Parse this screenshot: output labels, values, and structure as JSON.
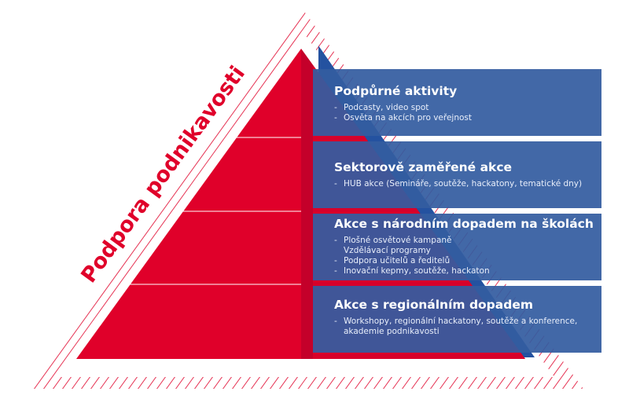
{
  "side_label": "Podpora podnikavosti",
  "levels": [
    {
      "title": "Podpůrné aktivity",
      "items": [
        "Podcasty, video spot",
        "Osvěta na akcích pro veřejnost"
      ]
    },
    {
      "title": "Sektorově zaměřené akce",
      "items": [
        "HUB akce (Semináře, soutěže, hackatony, tematické dny)"
      ]
    },
    {
      "title": "Akce s národním dopadem na školách",
      "items": [
        "Plošné osvětové kampaně",
        "Vzdělávací programy",
        "Podpora učitelů a ředitelů",
        "Inovační kepmy, soutěže, hackaton"
      ]
    },
    {
      "title": "Akce s regionálním dopadem",
      "items": [
        "Workshopy, regionální hackatony, soutěže a konference,",
        "akademie podnikavosti"
      ]
    }
  ],
  "colors": {
    "red": "#e0002a",
    "dark_red": "#c4002a",
    "blue": "#345ca0",
    "blue_dark": "#2452a0"
  }
}
